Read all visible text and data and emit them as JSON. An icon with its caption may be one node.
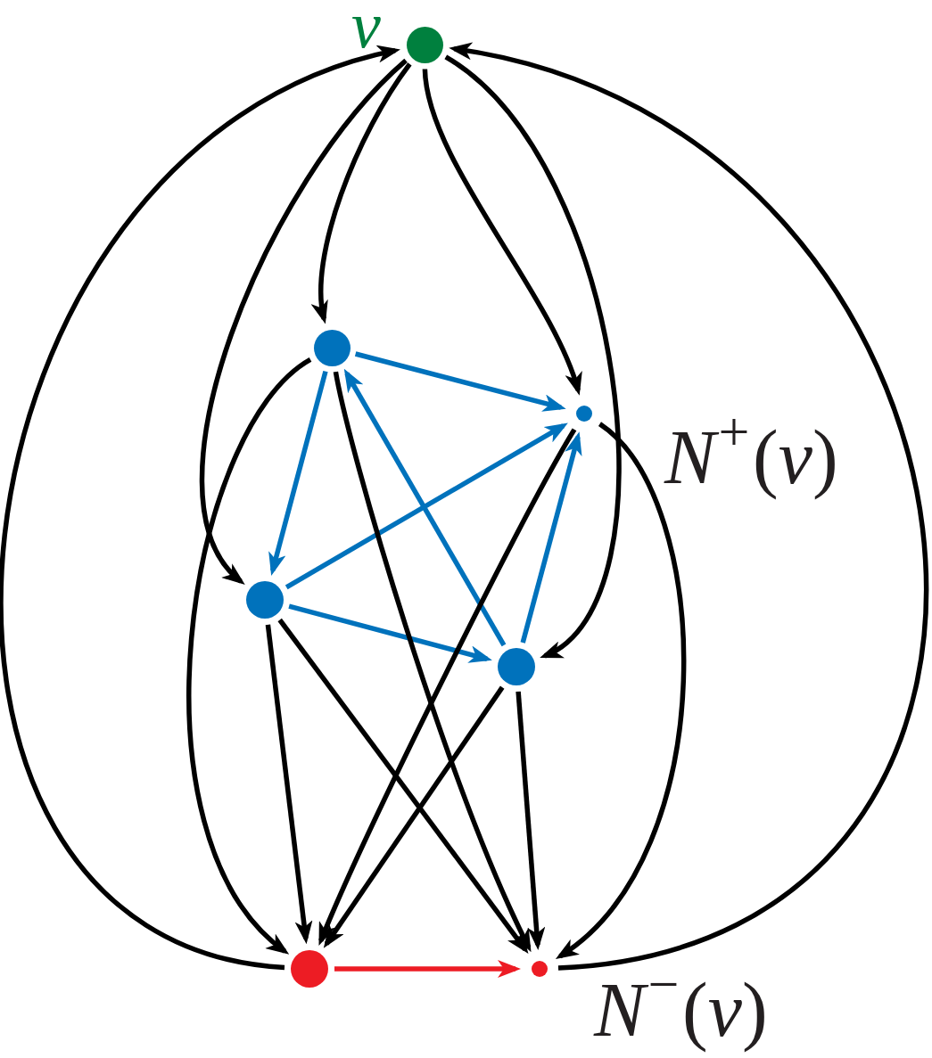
{
  "diagram": {
    "nodes": [
      {
        "text": [],
        "shape": "circle",
        "beside": [
          "v"
        ]
      },
      {
        "text": [],
        "shape": "circle"
      },
      {
        "text": [],
        "shape": "circle"
      },
      {
        "text": [],
        "shape": "circle"
      },
      {
        "text": [],
        "shape": "circle"
      },
      {
        "text": [],
        "shape": "circle"
      },
      {
        "text": [],
        "shape": "circle"
      }
    ],
    "edges": [
      {
        "from": 0,
        "to": 1,
        "arrow": "to"
      },
      {
        "from": 0,
        "to": 3,
        "arrow": "to"
      },
      {
        "from": 0,
        "to": 2,
        "arrow": "to"
      },
      {
        "from": 0,
        "to": 4,
        "arrow": "to"
      },
      {
        "from": 5,
        "to": 0,
        "arrow": "to"
      },
      {
        "from": 6,
        "to": 0,
        "arrow": "to"
      },
      {
        "from": 1,
        "to": 2,
        "arrow": "to",
        "color": "#0072bc"
      },
      {
        "from": 1,
        "to": 3,
        "arrow": "to",
        "color": "#0072bc"
      },
      {
        "from": 4,
        "to": 1,
        "arrow": "to",
        "color": "#0072bc"
      },
      {
        "from": 3,
        "to": 2,
        "arrow": "to",
        "color": "#0072bc"
      },
      {
        "from": 3,
        "to": 4,
        "arrow": "to",
        "color": "#0072bc"
      },
      {
        "from": 4,
        "to": 2,
        "arrow": "to",
        "color": "#0072bc"
      },
      {
        "from": 1,
        "to": 5,
        "arrow": "to"
      },
      {
        "from": 1,
        "to": 6,
        "arrow": "to"
      },
      {
        "from": 2,
        "to": 5,
        "arrow": "to"
      },
      {
        "from": 2,
        "to": 6,
        "arrow": "to"
      },
      {
        "from": 3,
        "to": 5,
        "arrow": "to"
      },
      {
        "from": 3,
        "to": 6,
        "arrow": "to"
      },
      {
        "from": 4,
        "to": 5,
        "arrow": "to"
      },
      {
        "from": 4,
        "to": 6,
        "arrow": "to"
      },
      {
        "from": 5,
        "to": 6,
        "arrow": "to",
        "color": "#ed1c24"
      }
    ],
    "labels": [
      "*N*$^{+}$(*v*)",
      "*N*$^{−}$(*v*)"
    ]
  }
}
